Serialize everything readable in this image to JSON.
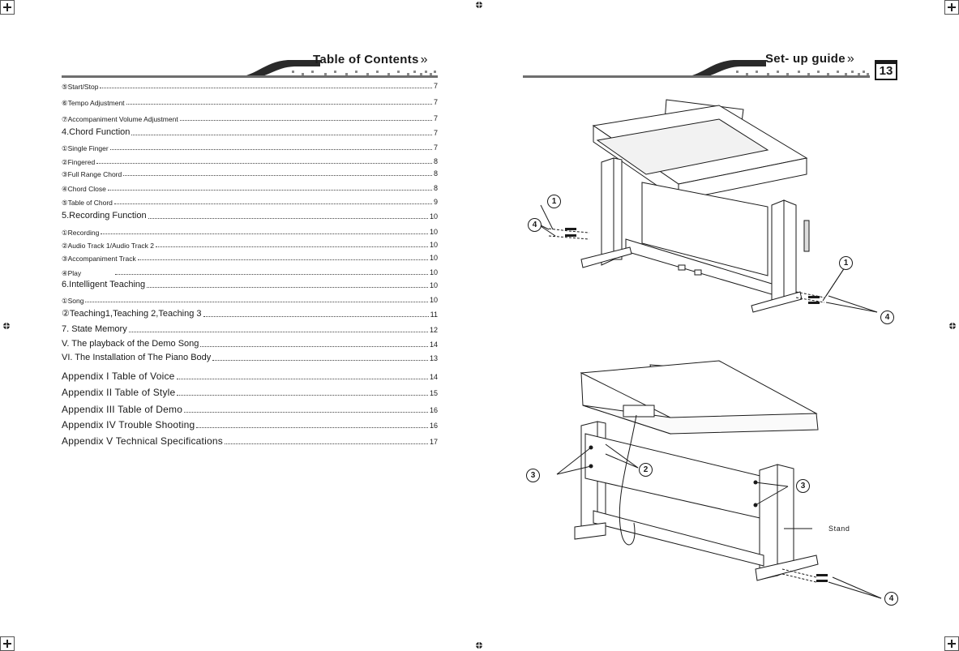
{
  "left_page": {
    "header_title": "Table of Contents",
    "toc": [
      {
        "label": "⑤Start/Stop",
        "page": "7",
        "size": "small"
      },
      {
        "label": "⑥Tempo Adjustment",
        "page": "7",
        "size": "small"
      },
      {
        "label": "⑦Accompaniment Volume Adjustment",
        "page": "7",
        "size": "small"
      },
      {
        "label": "4.Chord  Function",
        "page": "7",
        "size": "mid"
      },
      {
        "label": "①Single  Finger",
        "page": "7",
        "size": "small"
      },
      {
        "label": "②Fingered",
        "page": "8",
        "size": "small"
      },
      {
        "label": "③Full  Range  Chord",
        "page": "8",
        "size": "small"
      },
      {
        "label": "④Chord  Close",
        "page": "8",
        "size": "small"
      },
      {
        "label": "⑤Table of Chord",
        "page": "9",
        "size": "small"
      },
      {
        "label": "5.Recording  Function",
        "page": "10",
        "size": "mid"
      },
      {
        "label": "①Recording",
        "page": "10",
        "size": "small"
      },
      {
        "label": "②Audio Track 1/Audio Track 2",
        "page": "10",
        "size": "small"
      },
      {
        "label": "③Accompaniment Track",
        "page": "10",
        "size": "small"
      },
      {
        "label": "④Play",
        "page": "10",
        "size": "small"
      },
      {
        "label": "6.Intelligent  Teaching",
        "page": "10",
        "size": "mid"
      },
      {
        "label": "①Song",
        "page": "10",
        "size": "small"
      },
      {
        "label": "②Teaching1,Teaching 2,Teaching 3",
        "page": "11",
        "size": "mid"
      },
      {
        "label": "7. State Memory",
        "page": "12",
        "size": "mid"
      },
      {
        "label": "V. The  playback  of  the  Demo  Song",
        "page": "14",
        "size": "mid"
      },
      {
        "label": "VI. The  Installation  of  The  Piano  Body",
        "page": "13",
        "size": "mid"
      },
      {
        "label": "Appendix  I  Table  of  Voice",
        "page": "14",
        "size": "big"
      },
      {
        "label": "Appendix  II  Table  of  Style",
        "page": "15",
        "size": "big"
      },
      {
        "label": "Appendix III Table of Demo",
        "page": "16",
        "size": "big"
      },
      {
        "label": "Appendix  IV  Trouble  Shooting",
        "page": "16",
        "size": "big"
      },
      {
        "label": "Appendix V Technical Specifications",
        "page": "17",
        "size": "big"
      }
    ]
  },
  "right_page": {
    "header_title": "Set- up  guide",
    "page_number": "13",
    "figure_top_callouts": [
      "1",
      "4",
      "1",
      "4"
    ],
    "figure_bottom_callouts": [
      "3",
      "2",
      "3",
      "4"
    ],
    "stand_label": "Stand"
  },
  "colors": {
    "rule": "#6e6e6e",
    "ink": "#1a1a1a",
    "swoosh": "#2a2a2a"
  }
}
